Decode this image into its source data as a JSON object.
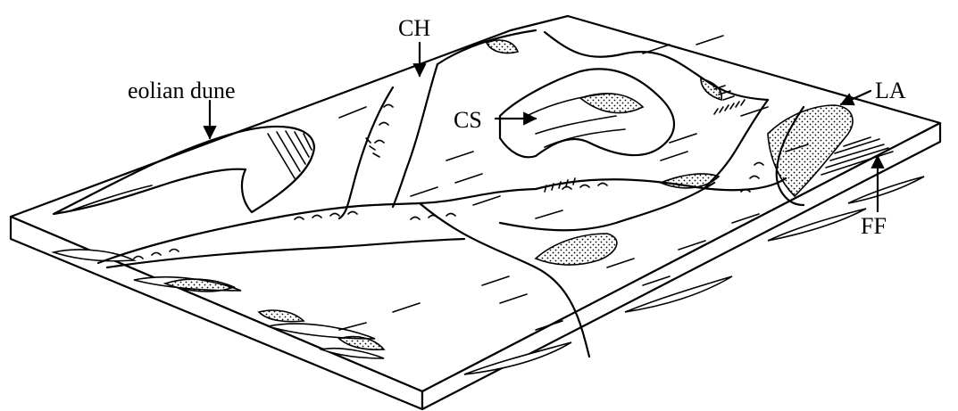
{
  "labels": {
    "eolian_dune": "eolian dune",
    "ch": "CH",
    "cs": "CS",
    "la": "LA",
    "ff": "FF"
  }
}
